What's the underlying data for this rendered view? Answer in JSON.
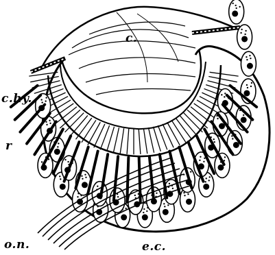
{
  "labels": {
    "c": "c.",
    "chy": "c.hy.",
    "r": "r",
    "on": "o.n.",
    "ec": "e.c."
  },
  "colors": {
    "ink": "#000000",
    "paper": "#ffffff"
  }
}
